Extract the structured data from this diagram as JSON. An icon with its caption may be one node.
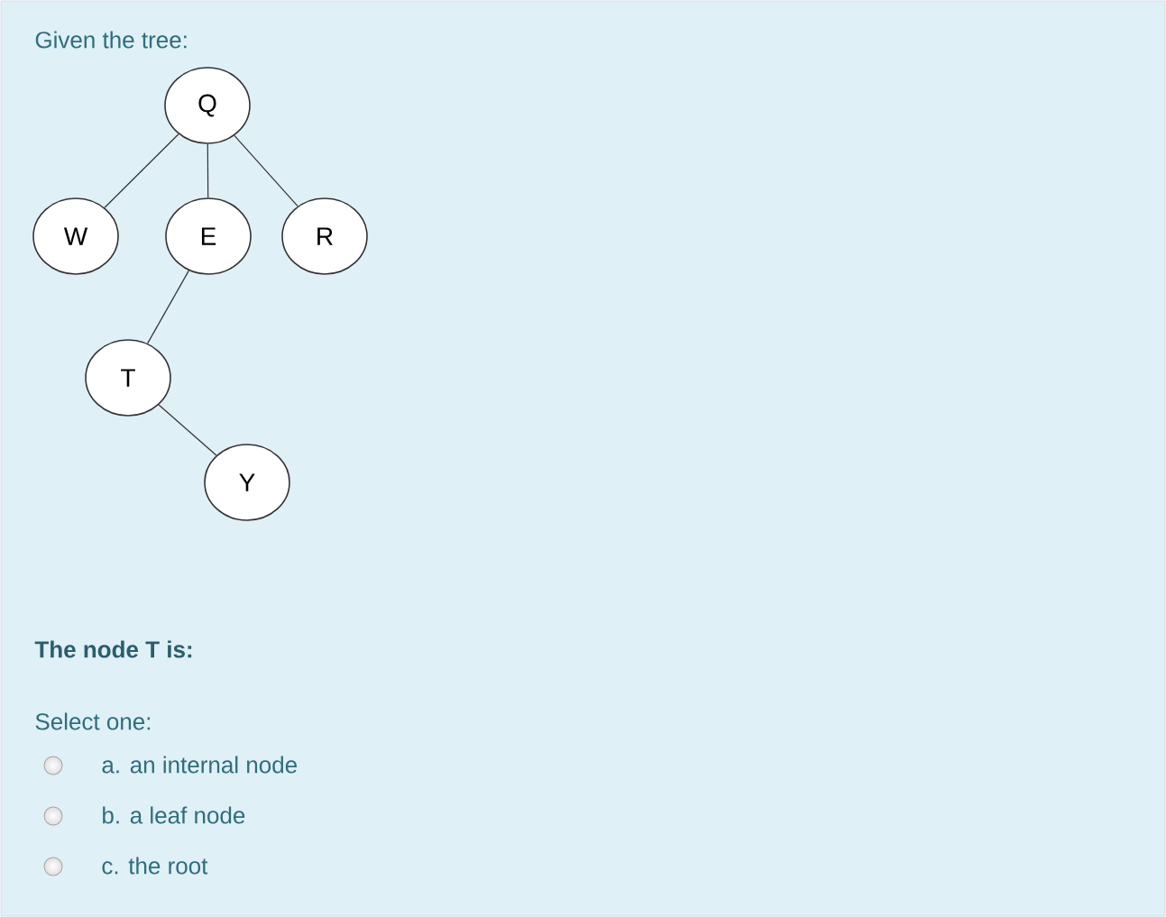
{
  "diagram": {
    "title": "Given the tree:",
    "nodes": [
      {
        "text": [
          "Q"
        ]
      },
      {
        "text": [
          "W"
        ]
      },
      {
        "text": [
          "E"
        ]
      },
      {
        "text": [
          "R"
        ]
      },
      {
        "text": [
          "T"
        ]
      },
      {
        "text": [
          "Y"
        ]
      }
    ],
    "edges": [
      {
        "from": 0,
        "to": 1,
        "arrow": "none"
      },
      {
        "from": 0,
        "to": 2,
        "arrow": "none"
      },
      {
        "from": 0,
        "to": 3,
        "arrow": "none"
      },
      {
        "from": 2,
        "to": 4,
        "arrow": "none"
      },
      {
        "from": 4,
        "to": 5,
        "arrow": "none"
      }
    ],
    "labels": [
      "The node T is:",
      "Select one:",
      "a. an internal node",
      "b. a leaf node",
      "c. the root"
    ]
  }
}
